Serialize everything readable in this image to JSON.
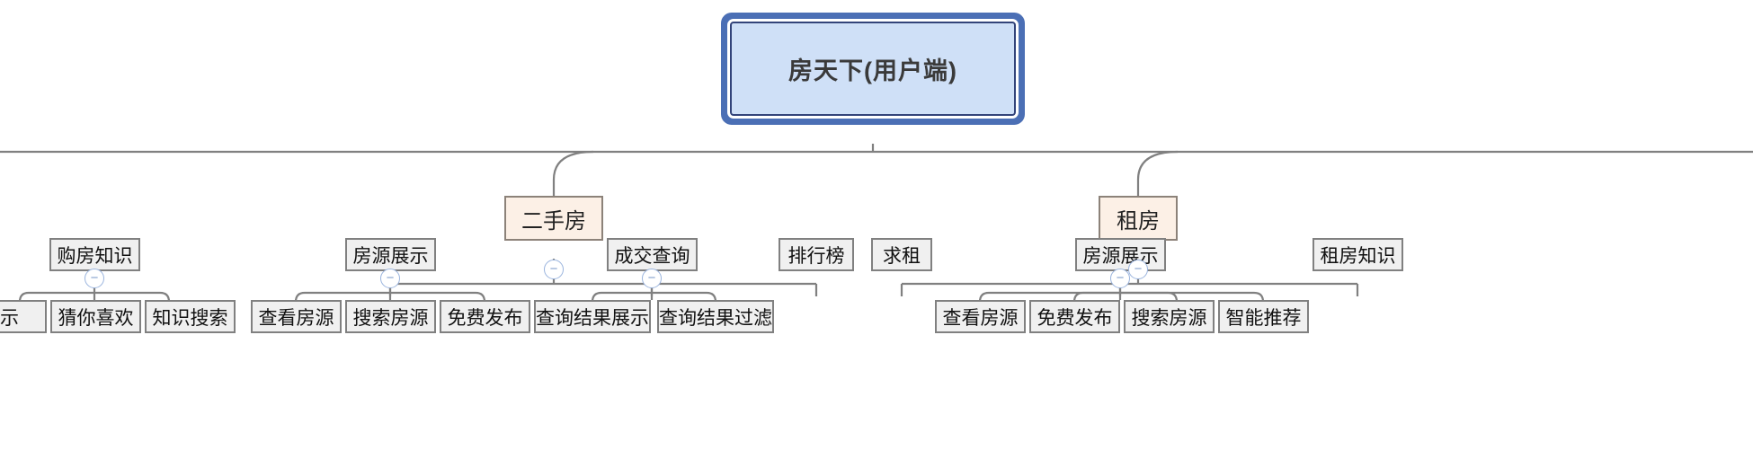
{
  "diagram": {
    "type": "mindmap-tree",
    "title": "房天下(用户端)",
    "orientation": "top-down",
    "colors": {
      "root_fill": "#cfe0f7",
      "root_border": "#33447a",
      "root_outer_border": "#4b6fb5",
      "level2_fill": "#fcf0e6",
      "level2_border": "#8c8279",
      "node_fill": "#f0f0f0",
      "node_border": "#808080",
      "edge": "#808080",
      "toggle_border": "#9ab4de",
      "toggle_glyph": "#7f9ccb"
    },
    "toggle_symbol": "−"
  },
  "root": {
    "label": "房天下(用户端)"
  },
  "nodes": {
    "ershoufang": {
      "label": "二手房"
    },
    "zufang": {
      "label": "租房"
    },
    "gou_fang_zhishi": {
      "label": "购房知识"
    },
    "fangyuan_zhanshi_1": {
      "label": "房源展示"
    },
    "chengjiao_chaxun": {
      "label": "成交查询"
    },
    "paihangbang": {
      "label": "排行榜"
    },
    "qiuzu": {
      "label": "求租"
    },
    "fangyuan_zhanshi_2": {
      "label": "房源展示"
    },
    "zufang_zhishi": {
      "label": "租房知识"
    },
    "zhishi_zhanshi": {
      "label": "展示"
    },
    "caini_xihuan": {
      "label": "猜你喜欢"
    },
    "zhishi_sousuo": {
      "label": "知识搜索"
    },
    "chakan_fangyuan_1": {
      "label": "查看房源"
    },
    "sousuo_fangyuan_1": {
      "label": "搜索房源"
    },
    "mianfei_fabu_1": {
      "label": "免费发布"
    },
    "chaxun_jieguo_zhanshi": {
      "label": "查询结果展示"
    },
    "chaxun_jieguo_guolv": {
      "label": "查询结果过滤"
    },
    "chakan_fangyuan_2": {
      "label": "查看房源"
    },
    "mianfei_fabu_2": {
      "label": "免费发布"
    },
    "sousuo_fangyuan_2": {
      "label": "搜索房源"
    },
    "zhineng_tuijian": {
      "label": "智能推荐"
    }
  },
  "toggles": {
    "ershoufang": "−",
    "zufang": "−",
    "gou_fang_zhishi": "−",
    "fangyuan_zhanshi_1": "−",
    "chengjiao_chaxun": "−",
    "fangyuan_zhanshi_2": "−"
  }
}
